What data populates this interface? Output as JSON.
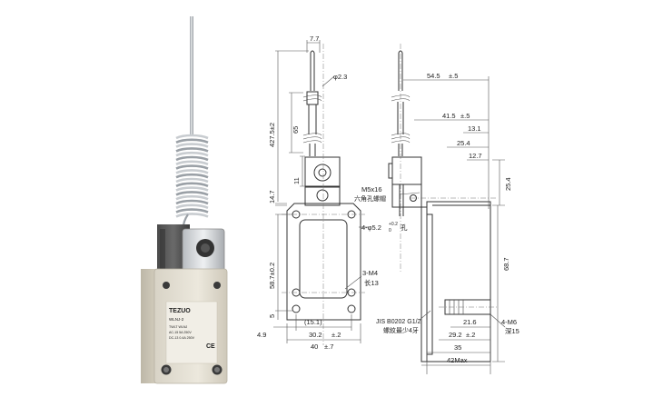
{
  "product": {
    "brand": "TEZUO",
    "model": "WLNJ-2",
    "ratings": [
      "TWLT  WLNJ",
      "AC-15  5A 250V",
      "DC-13  0.4A 250V",
      "CE"
    ],
    "ce_mark": "CE"
  },
  "front_view": {
    "dims": {
      "top_width": "7.7",
      "spring_dia": "φ2.3",
      "spring_total_length": "427.5±2",
      "spring_length": "65",
      "head_offset": "11",
      "head_height": "14.7",
      "mount_hole": "4-φ5.2",
      "mount_hole_tol": "+0.2",
      "mount_hole_tol_low": "0",
      "mount_hole_suffix": "孔",
      "body_height": "58.7±0.2",
      "thread_holes": "3-M4",
      "thread_depth": "长13",
      "bottom_offset": "5",
      "left_offset": "4.9",
      "center_offset": "(15.1)",
      "hole_spacing": "30.2",
      "hole_spacing_tol": "±.2",
      "body_width": "40",
      "body_width_tol": "±.7"
    }
  },
  "side_view": {
    "dims": {
      "total_reach": "54.5",
      "total_reach_tol": "±.5",
      "head_reach": "41.5",
      "head_reach_tol": "±.5",
      "w13": "13.1",
      "w25": "25.4",
      "w12": "12.7",
      "screw_label": "M5x16",
      "screw_desc": "六角孔螺帽",
      "side_25": "25.4",
      "side_68": "68.7",
      "conduit_std": "JIS B0202 G1/2",
      "conduit_desc": "螺紋最少4牙",
      "w21": "21.6",
      "w29": "29.2",
      "w29_tol": "±.2",
      "w35": "35",
      "w42": "42Max",
      "ground_thread": "4-M6",
      "ground_depth": "深15"
    }
  }
}
